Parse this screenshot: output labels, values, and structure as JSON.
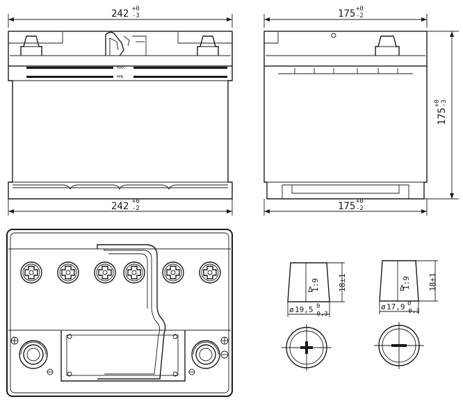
{
  "front_view": {
    "width_top": {
      "base": "242",
      "upper": "+0",
      "lower": "-3"
    },
    "width_bottom": {
      "base": "242",
      "upper": "+0",
      "lower": "-2"
    },
    "level_max": "MAX",
    "level_min": "MIN"
  },
  "side_view": {
    "depth_top": {
      "base": "175",
      "upper": "+0",
      "lower": "-2"
    },
    "depth_bottom": {
      "base": "175",
      "upper": "+0",
      "lower": "-2"
    },
    "height": {
      "base": "175",
      "upper": "+0",
      "lower": "-3"
    }
  },
  "terminal_positive": {
    "taper": "1:9",
    "height": "18±1",
    "diameter": "19,5",
    "tol_upper": "0",
    "tol_lower": "-0,3",
    "symbol": "+"
  },
  "terminal_negative": {
    "taper": "1:9",
    "height": "18±1",
    "diameter": "17,9",
    "tol_upper": "0",
    "tol_lower": "-0,3",
    "symbol": "-"
  },
  "icons": [
    "vent-cap-icon",
    "ground-symbol-icon",
    "polarity-plus-icon",
    "polarity-minus-icon"
  ]
}
